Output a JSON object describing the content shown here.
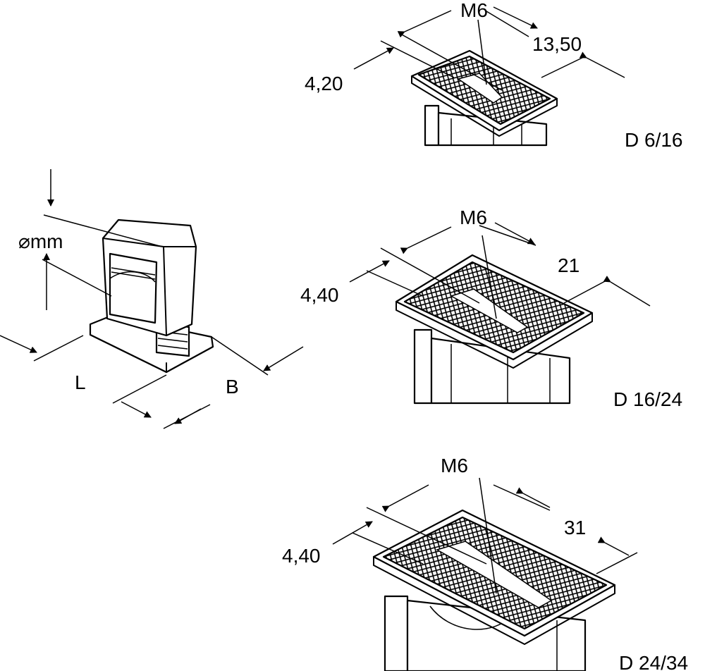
{
  "overview": {
    "diameter_symbol": "⌀",
    "diameter_unit": "mm",
    "length_label": "L",
    "width_label": "B"
  },
  "variants": [
    {
      "name": "D 6/16",
      "thread": "M6",
      "height": "4,20",
      "width": "13,50"
    },
    {
      "name": "D 16/24",
      "thread": "M6",
      "height": "4,40",
      "width": "21"
    },
    {
      "name": "D 24/34",
      "thread": "M6",
      "height": "4,40",
      "width": "31"
    }
  ],
  "colors": {
    "line": "#000000",
    "background": "#ffffff"
  }
}
